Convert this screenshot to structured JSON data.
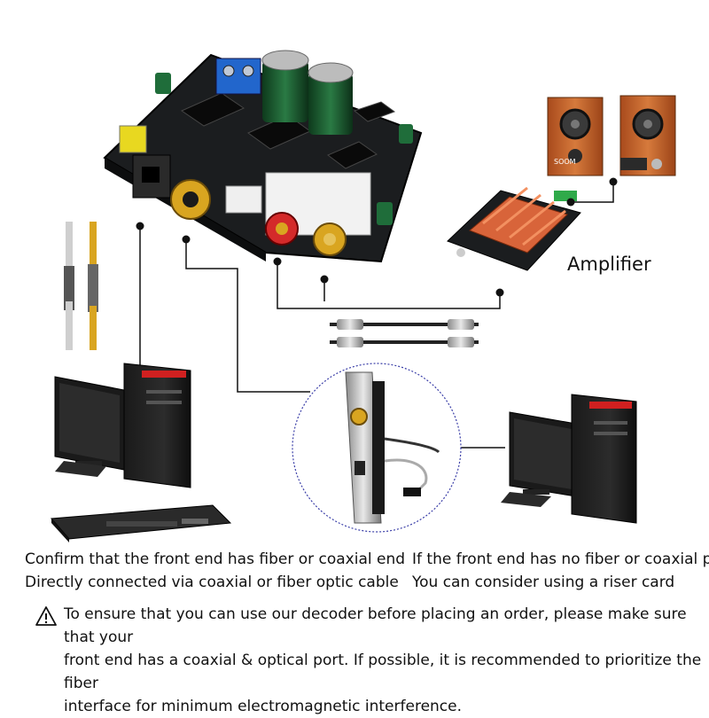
{
  "amplifier_label": "Amplifier",
  "speaker_badge": "SOOM",
  "left_caption": {
    "line1": "Confirm that the front end has fiber or coaxial end",
    "line2": "Directly connected via coaxial or fiber optic cable"
  },
  "right_caption": {
    "line1": "If the front end has no fiber or coaxial port",
    "line2": "You can consider using a riser card"
  },
  "warning": {
    "icon": "warning-triangle-icon",
    "line1": "To ensure that you can use our decoder before placing an order, please make sure that your",
    "line2": "front end has a coaxial & optical port. If possible, it is recommended to prioritize the fiber",
    "line3": "interface for minimum electromagnetic interference."
  },
  "colors": {
    "pcb": "#1b1d1f",
    "connector_line": "#111111",
    "speaker_wood": "#c8642a",
    "amp_heatsink": "#d8643a",
    "riser_circle": "#3b3fa8",
    "rca_red": "#d42a2a",
    "rca_gold": "#d9a520"
  }
}
